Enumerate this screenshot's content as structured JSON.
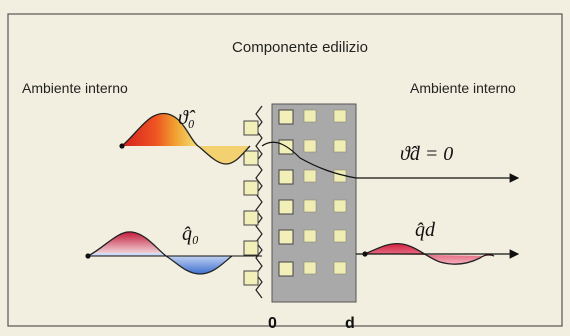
{
  "title": "Componente edilizio",
  "left_label": "Ambiente interno",
  "right_label": "Ambiente interno",
  "symbols": {
    "theta0": "ϑ̂₀",
    "thetad_eq": "ϑ̂d = 0",
    "q0": "q̂₀",
    "qd": "q̂d"
  },
  "axis": {
    "x0": "0",
    "xd": "d"
  },
  "colors": {
    "background": "#f3efe0",
    "wall_fill": "#a9a9a9",
    "cube_fill": "#f2f0b8",
    "wave_red": "#d42020",
    "wave_orange": "#f0a030",
    "wave_yellow": "#f5e27a",
    "wave_blue": "#4d7fd8",
    "wave_pink": "#e56a80"
  }
}
